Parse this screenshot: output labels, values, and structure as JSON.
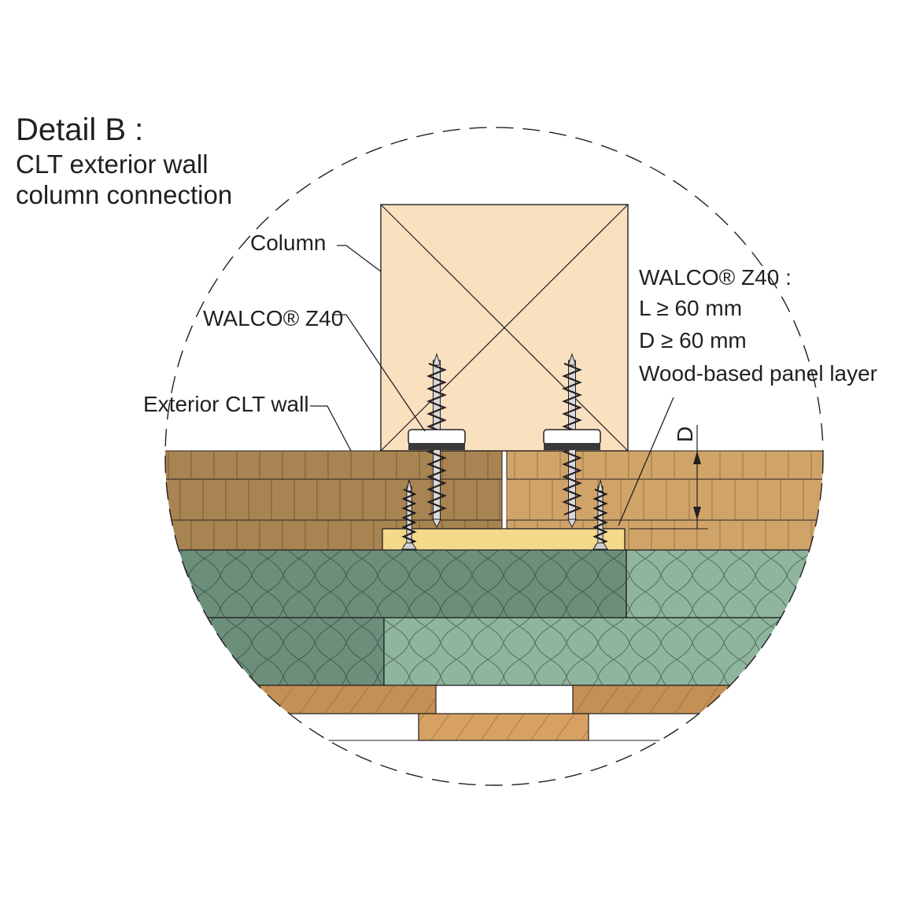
{
  "title": {
    "main": "Detail B :",
    "line1": "CLT exterior wall",
    "line2": "column connection"
  },
  "labels": {
    "column": "Column",
    "screw_left": "WALCO® Z40",
    "wall": "Exterior CLT  wall",
    "dimension": "D"
  },
  "spec": {
    "heading": "WALCO® Z40 :",
    "length": "L ≥ 60 mm",
    "depth": "D ≥ 60 mm",
    "panel": "Wood-based panel layer"
  },
  "colors": {
    "column": "#f9e0bf",
    "clt_dark": "#a88452",
    "clt_light": "#d0a469",
    "panel_layer": "#f5d98a",
    "insulation_dark": "#6c8f7b",
    "insulation_light": "#8fb59f",
    "batten": "#c49056",
    "line": "#231f20"
  }
}
